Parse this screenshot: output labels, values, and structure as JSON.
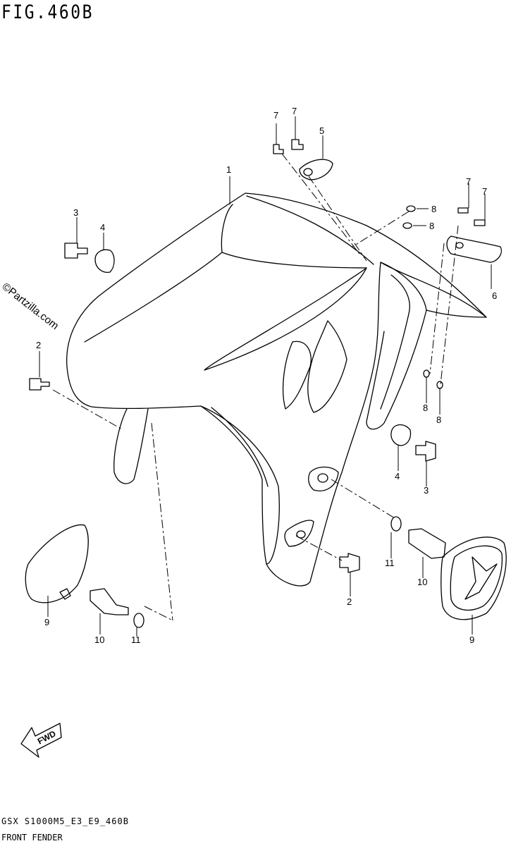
{
  "figure": {
    "title": "FIG.460B",
    "watermark": "©Partzilla.com",
    "fwd_label": "FWD",
    "footer_code": "GSX S1000M5_E3_E9_460B",
    "footer_title": "FRONT FENDER"
  },
  "callouts": [
    "1",
    "2",
    "2",
    "3",
    "3",
    "4",
    "4",
    "5",
    "6",
    "7",
    "7",
    "7",
    "7",
    "8",
    "8",
    "8",
    "8",
    "9",
    "9",
    "10",
    "10",
    "11",
    "11"
  ]
}
